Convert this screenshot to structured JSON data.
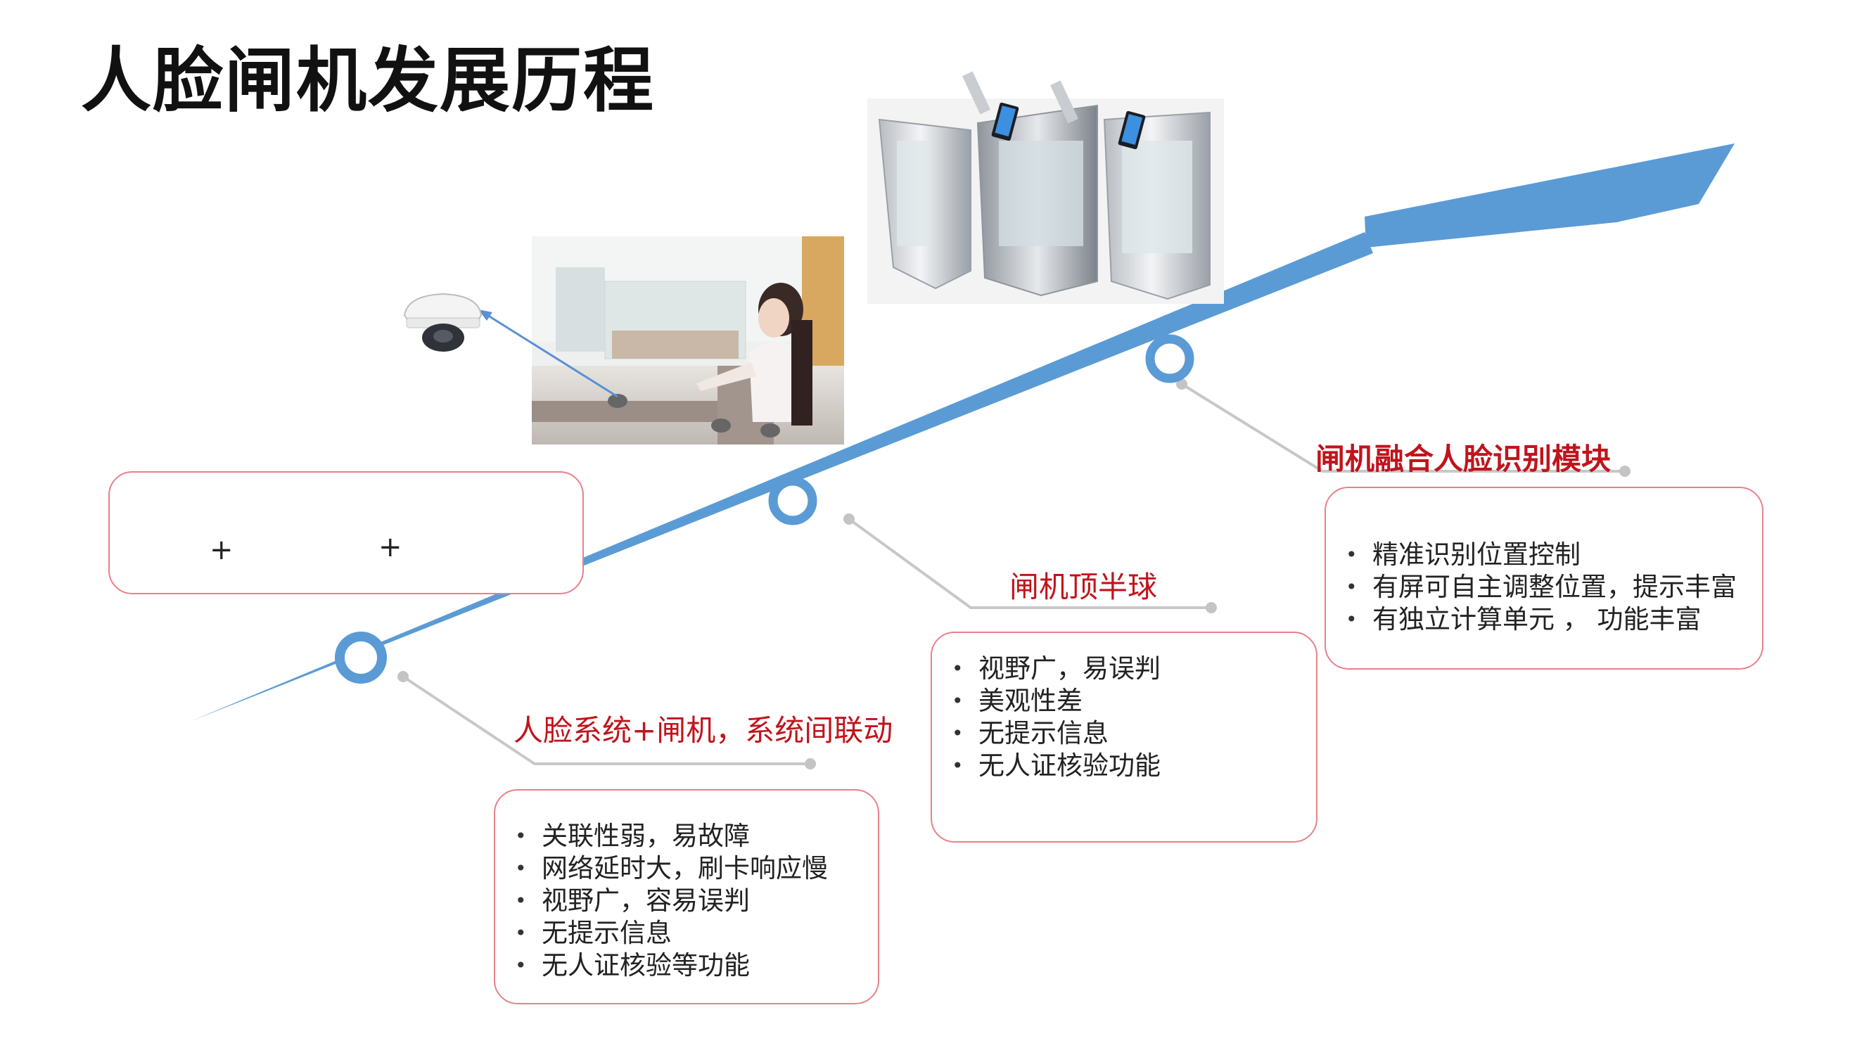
{
  "title": "人脸闸机发展历程",
  "stages": [
    {
      "label": "人脸系统+闸机，系统间联动",
      "points": [
        "关联性弱，易故障",
        "网络延时大，刷卡响应慢",
        "视野广，容易误判",
        "无提示信息",
        "无人证核验等功能"
      ]
    },
    {
      "label": "闸机顶半球",
      "points": [
        "视野广，易误判",
        "美观性差",
        "无提示信息",
        "无人证核验功能"
      ]
    },
    {
      "label": "闸机融合人脸识别模块",
      "points": [
        "精准识别位置控制",
        "有屏可自主调整位置，提示丰富",
        "有独立计算单元 ， 功能丰富"
      ]
    }
  ],
  "device_group": {
    "plus": "+"
  },
  "colors": {
    "arrow": "#5b9bd5",
    "label_red": "#c0141c",
    "box_border": "#e8808a"
  },
  "icons": [
    "box-camera-icon",
    "nvr-icon",
    "gate-icon",
    "dome-camera-icon",
    "lobby-photo",
    "face-gates-photo"
  ]
}
